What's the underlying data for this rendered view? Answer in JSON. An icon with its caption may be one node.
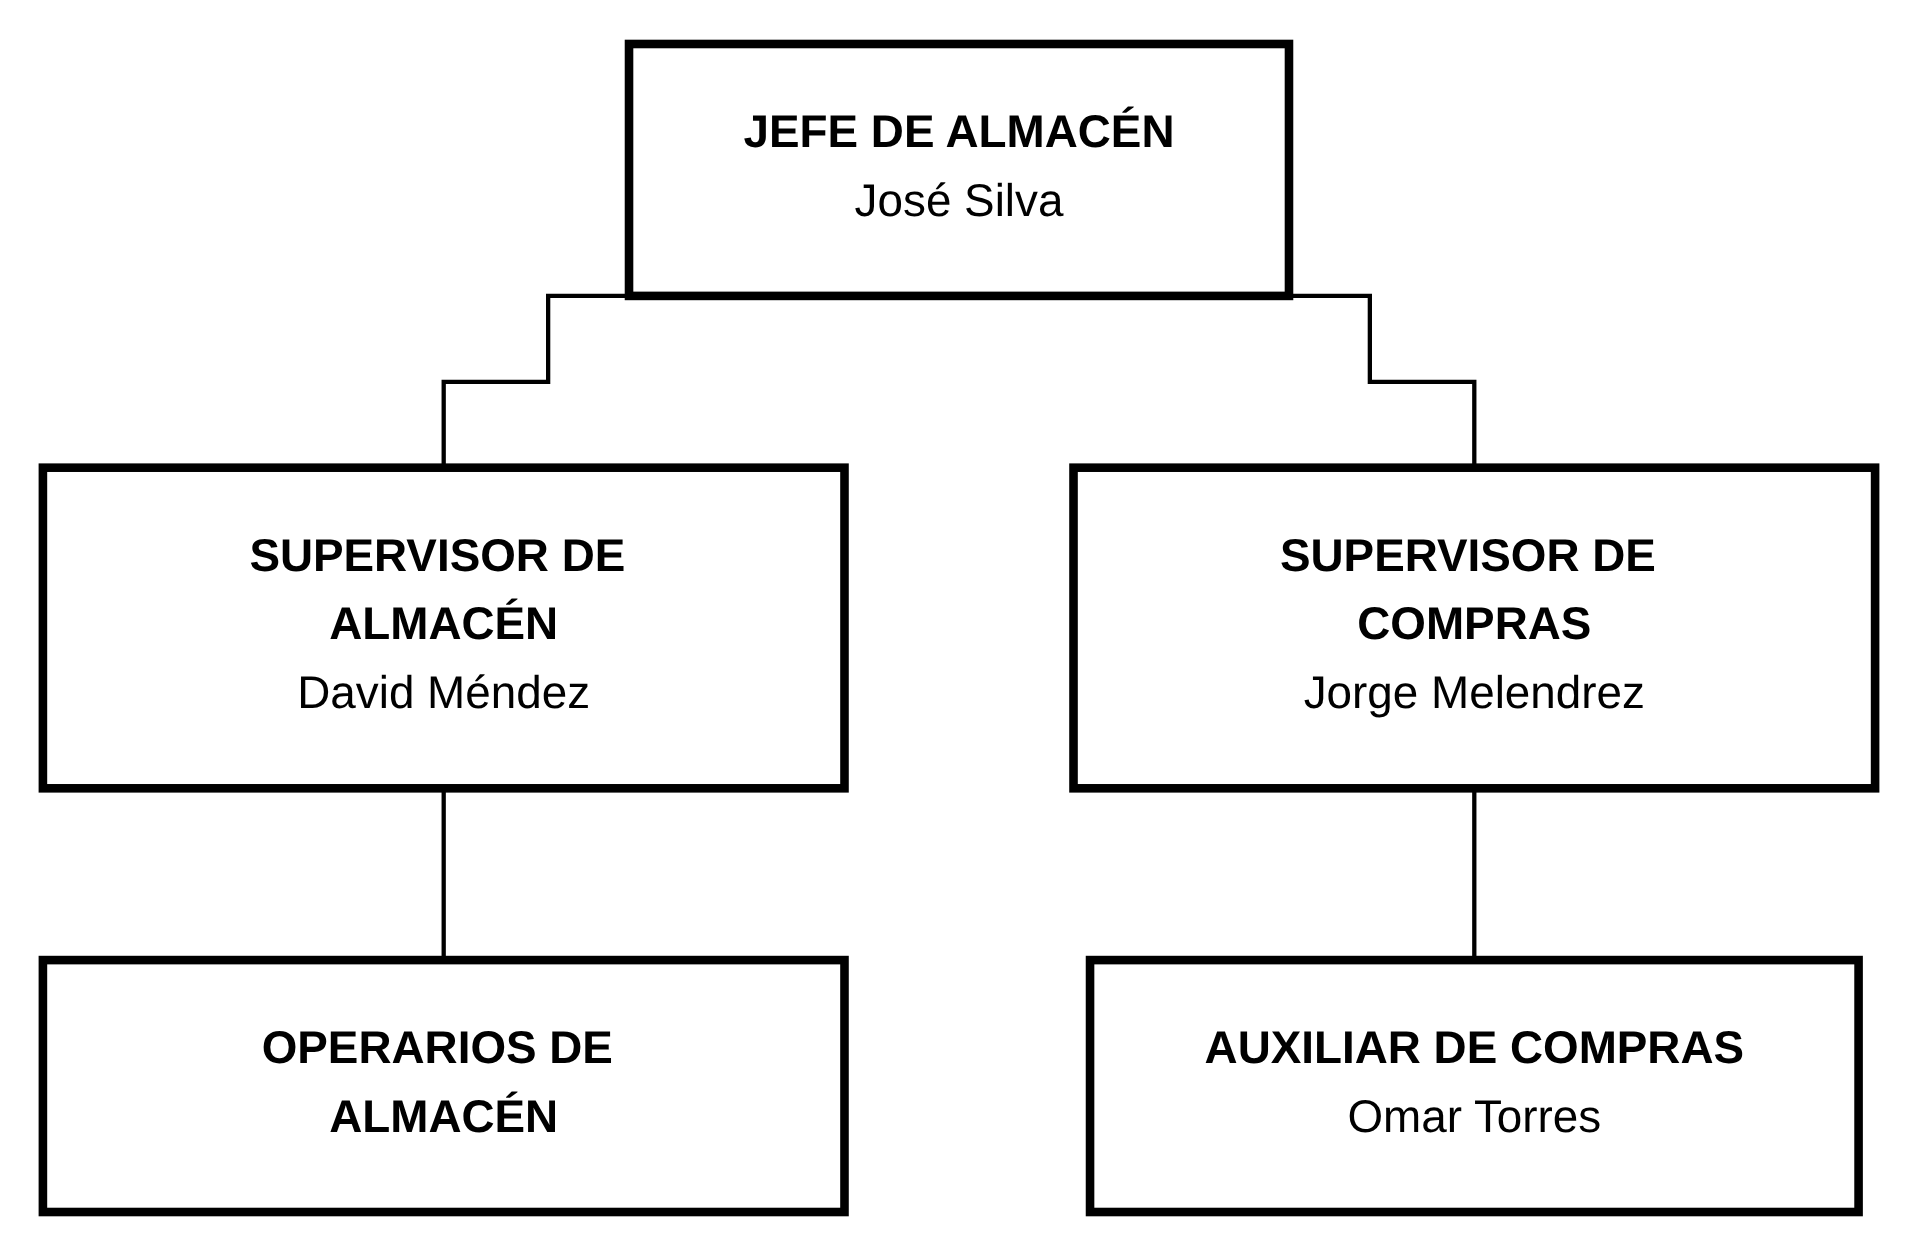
{
  "diagram": {
    "nodes": [
      {
        "text": [
          "JEFE DE ALMACÉN",
          "José Silva"
        ]
      },
      {
        "text": [
          "SUPERVISOR DE ALMACÉN",
          "David Méndez"
        ]
      },
      {
        "text": [
          "SUPERVISOR DE COMPRAS",
          "Jorge Melendrez"
        ]
      },
      {
        "text": [
          "OPERARIOS DE ALMACÉN"
        ]
      },
      {
        "text": [
          "AUXILIAR DE COMPRAS",
          "Omar Torres"
        ]
      }
    ],
    "edges": [
      {
        "from": 0,
        "to": 1,
        "arrow": "none"
      },
      {
        "from": 0,
        "to": 2,
        "arrow": "none"
      },
      {
        "from": 1,
        "to": 3,
        "arrow": "none"
      },
      {
        "from": 2,
        "to": 4,
        "arrow": "none"
      }
    ]
  }
}
